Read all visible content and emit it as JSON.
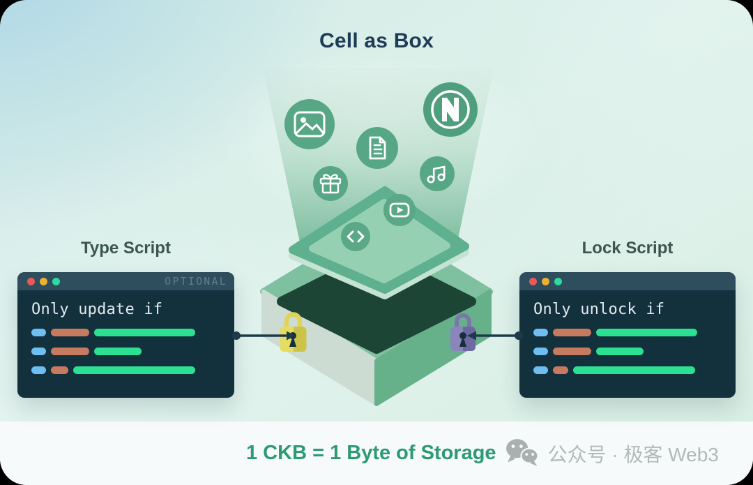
{
  "page": {
    "title": "Cell as Box"
  },
  "windows": {
    "type_script": {
      "label": "Type Script",
      "badge": "OPTIONAL",
      "condition": "Only update if",
      "code_rows": [
        [
          {
            "c": "blue",
            "w": 21
          },
          {
            "c": "salmon",
            "w": 55
          },
          {
            "c": "green",
            "w": 145
          }
        ],
        [
          {
            "c": "blue",
            "w": 21
          },
          {
            "c": "salmon",
            "w": 55
          },
          {
            "c": "green",
            "w": 68
          }
        ],
        [
          {
            "c": "blue",
            "w": 21
          },
          {
            "c": "salmon",
            "w": 25
          },
          {
            "c": "green",
            "w": 175
          }
        ]
      ]
    },
    "lock_script": {
      "label": "Lock Script",
      "condition": "Only unlock if",
      "code_rows": [
        [
          {
            "c": "blue",
            "w": 21
          },
          {
            "c": "salmon",
            "w": 55
          },
          {
            "c": "green",
            "w": 145
          }
        ],
        [
          {
            "c": "blue",
            "w": 21
          },
          {
            "c": "salmon",
            "w": 55
          },
          {
            "c": "green",
            "w": 68
          }
        ],
        [
          {
            "c": "blue",
            "w": 21
          },
          {
            "c": "salmon",
            "w": 22
          },
          {
            "c": "green",
            "w": 175
          }
        ]
      ]
    }
  },
  "box_content_icons": [
    "image-icon",
    "document-icon",
    "gift-icon",
    "music-icon",
    "video-play-icon",
    "code-icon",
    "nervos-logo-icon"
  ],
  "locks": {
    "left": "yellow-type-lock",
    "right": "purple-lock"
  },
  "footer": {
    "equation": "1 CKB = 1 Byte of Storage",
    "wechat_icon": "wechat-icon",
    "watermark": "公众号 · 极客 Web3"
  },
  "colors": {
    "pill_blue": "#6ebef2",
    "pill_salmon": "#c67a60",
    "pill_green": "#2ce092",
    "window_bg": "#13303d",
    "window_bar": "#2e4d5d",
    "dot_red": "#e85a5a",
    "dot_yellow": "#eeb02f",
    "dot_green": "#2fd9a2",
    "accent_green": "#2d9a72",
    "title_navy": "#1d3b55",
    "label_green_gray": "#3b564e",
    "lock_yellow": "#e5dc62",
    "lock_purple": "#8a85bb",
    "connector_navy": "#1e3a4a",
    "box_top": "#7fc0a0",
    "box_left_face": "#cddcd3",
    "box_right_face": "#67b18a",
    "box_opening": "#1c4536",
    "lid_band": "#5fb08e",
    "lid_center": "#96d0b2",
    "icon_circle_green": "#57a787"
  }
}
